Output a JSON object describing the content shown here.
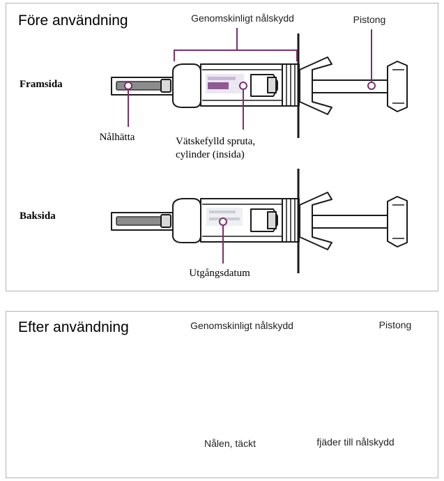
{
  "before": {
    "heading": "Före användning",
    "front_label": "Framsida",
    "back_label": "Baksida",
    "callouts": {
      "needle_shield": "Genomskinligt nålskydd",
      "plunger": "Pistong",
      "needle_cap": "Nålhätta",
      "barrel_line1": "Vätskefylld spruta,",
      "barrel_line2": "cylinder (insida)",
      "expiry": "Utgångsdatum"
    }
  },
  "after": {
    "heading": "Efter användning",
    "callouts": {
      "needle_shield": "Genomskinligt nålskydd",
      "plunger": "Pistong",
      "needle_covered": "Nålen, täckt",
      "spring": "fjäder till nålskydd"
    }
  },
  "colors": {
    "callout": "#7b2e6f",
    "border": "#b4b4b4"
  }
}
